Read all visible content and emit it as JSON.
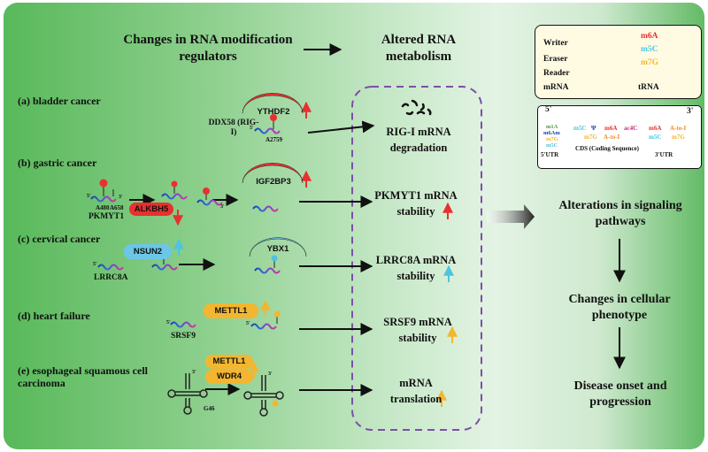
{
  "header": {
    "left_title": "Changes in RNA modification regulators",
    "right_title": "Altered RNA metabolism"
  },
  "cancers": [
    {
      "label": "(a) bladder cancer",
      "outcome": "RIG-I mRNA degradation"
    },
    {
      "label": "(b) gastric cancer",
      "outcome": "PKMYT1 mRNA stability"
    },
    {
      "label": "(c) cervical cancer",
      "outcome": "LRRC8A mRNA stability"
    },
    {
      "label": "(d) heart failure",
      "outcome": "SRSF9 mRNA stability"
    },
    {
      "label": "(e) esophageal squamous cell carcinoma",
      "outcome": "mRNA translation"
    }
  ],
  "proteins": {
    "ythdf2": "YTHDF2",
    "igf2bp3": "IGF2BP3",
    "alkbh5": "ALKBH5",
    "nsun2": "NSUN2",
    "ybx1": "YBX1",
    "mettl1_d": "METTL1",
    "mettl1_e": "METTL1",
    "wdr4": "WDR4"
  },
  "genes": {
    "ddx58": "DDX58 (RIG-I)",
    "a2759": "A2759",
    "a480": "A480",
    "a658": "A658",
    "pkmyt1": "PKMYT1",
    "lrrc8a": "LRRC8A",
    "srsf9": "SRSF9",
    "g46": "G46"
  },
  "pathway": {
    "step1": "Alterations in signaling pathways",
    "step2": "Changes in cellular phenotype",
    "step3": "Disease onset and progression"
  },
  "legend": {
    "writer": "Writer",
    "eraser": "Eraser",
    "reader": "Reader",
    "mrna": "mRNA",
    "trna": "tRNA",
    "m6a": "m6A",
    "m5c": "m5C",
    "m7g": "m7G",
    "colors": {
      "m6a": "#e8302f",
      "m5c": "#4fc3e0",
      "m7g": "#f2b631"
    }
  },
  "mrna_regions": {
    "five_prime": "5'",
    "three_prime": "3'",
    "utr5_label": "5'UTR",
    "cds_label": "CDS (Coding Sequence)",
    "utr3_label": "3'UTR",
    "utr5_mods": [
      "m1A",
      "m6Am",
      "m7G",
      "m5C"
    ],
    "cds_mods": [
      "m5C",
      "Ψ",
      "m7G",
      "m6A",
      "A-to-I",
      "ac4C"
    ],
    "utr3_mods": [
      "m6A",
      "m5C",
      "A-to-I",
      "m7G"
    ]
  },
  "labels": {
    "five": "5'",
    "three": "3'"
  }
}
